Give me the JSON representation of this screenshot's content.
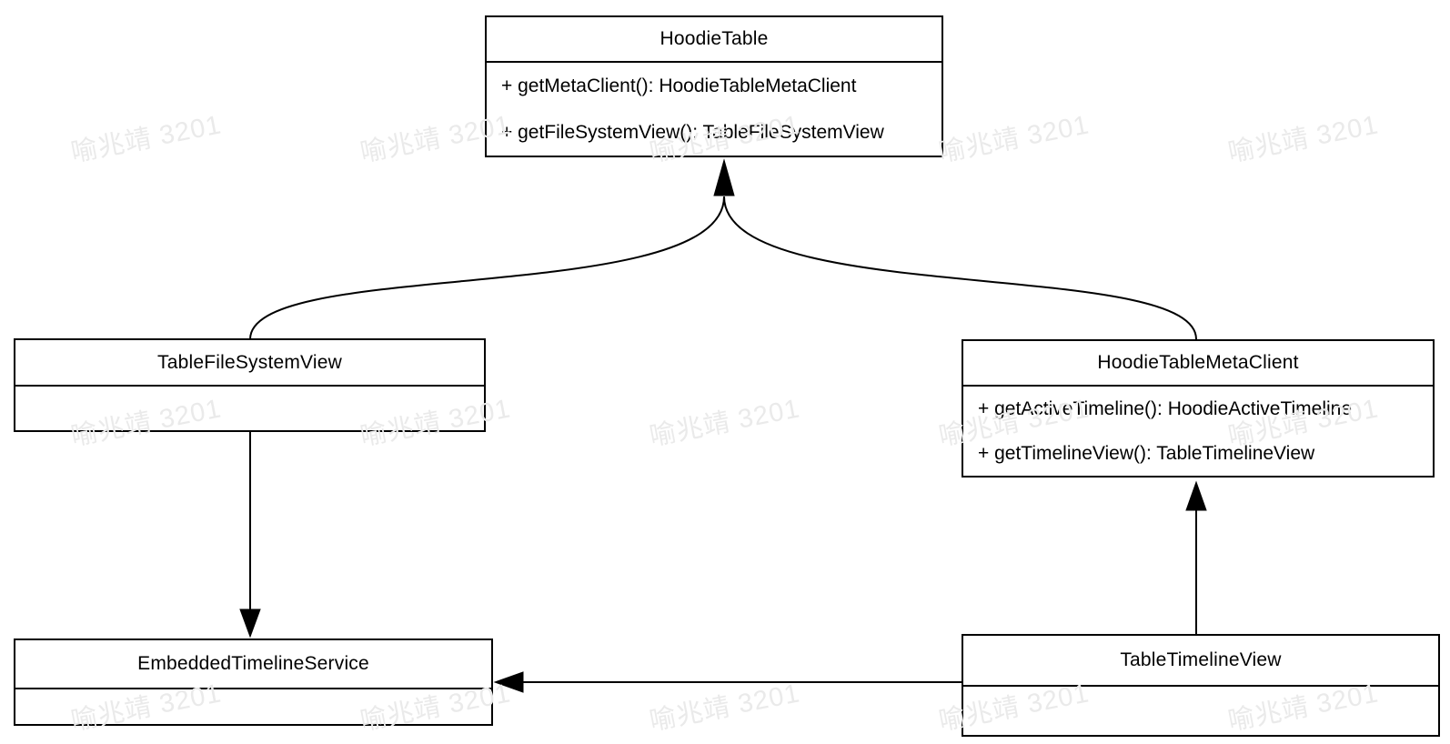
{
  "diagram": {
    "type": "uml-class-diagram",
    "classes": {
      "hoodie_table": {
        "name": "HoodieTable",
        "methods": [
          "+ getMetaClient(): HoodieTableMetaClient",
          "+ getFileSystemView(): TableFileSystemView"
        ]
      },
      "table_file_system_view": {
        "name": "TableFileSystemView",
        "methods": []
      },
      "hoodie_table_meta_client": {
        "name": "HoodieTableMetaClient",
        "methods": [
          "+ getActiveTimeline(): HoodieActiveTimeline",
          "+ getTimelineView(): TableTimelineView"
        ]
      },
      "embedded_timeline_service": {
        "name": "EmbeddedTimelineService",
        "methods": []
      },
      "table_timeline_view": {
        "name": "TableTimelineView",
        "methods": []
      }
    },
    "relations": [
      {
        "from": "TableFileSystemView",
        "to": "HoodieTable",
        "arrowhead": "filled",
        "shape": "curved"
      },
      {
        "from": "HoodieTableMetaClient",
        "to": "HoodieTable",
        "arrowhead": "filled",
        "shape": "curved"
      },
      {
        "from": "TableFileSystemView",
        "to": "EmbeddedTimelineService",
        "arrowhead": "filled",
        "shape": "straight"
      },
      {
        "from": "TableTimelineView",
        "to": "HoodieTableMetaClient",
        "arrowhead": "filled",
        "shape": "straight"
      },
      {
        "from": "TableTimelineView",
        "to": "EmbeddedTimelineService",
        "arrowhead": "filled",
        "shape": "straight"
      }
    ],
    "colors": {
      "line": "#000000",
      "background": "#ffffff",
      "watermark": "#eaeaea"
    },
    "watermark": {
      "text": "喻兆靖 3201"
    }
  }
}
